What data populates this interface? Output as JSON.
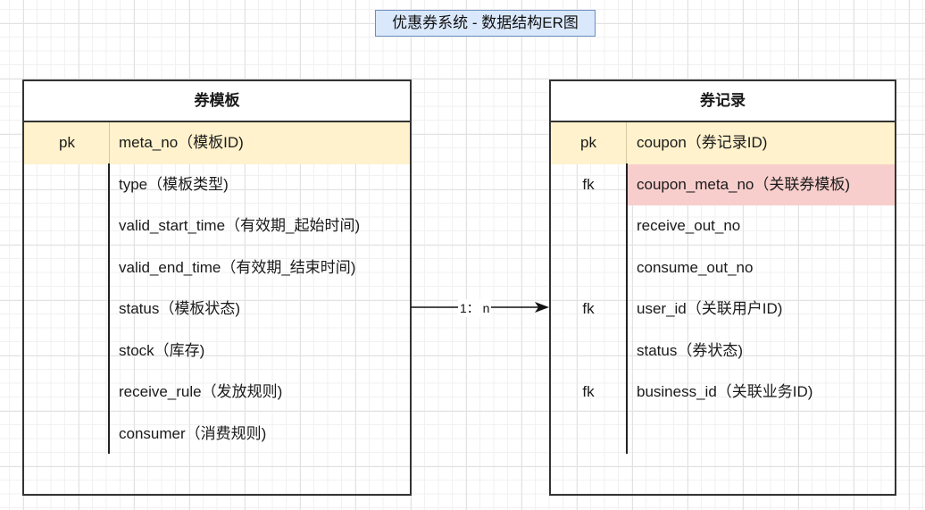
{
  "diagram": {
    "title": "优惠券系统 - 数据结构ER图",
    "entities": [
      {
        "name": "券模板",
        "rows": [
          {
            "key": "pk",
            "field": "meta_no（模板ID)"
          },
          {
            "key": "",
            "field": "type（模板类型)"
          },
          {
            "key": "",
            "field": "valid_start_time（有效期_起始时间)"
          },
          {
            "key": "",
            "field": "valid_end_time（有效期_结束时间)"
          },
          {
            "key": "",
            "field": "status（模板状态)"
          },
          {
            "key": "",
            "field": "stock（库存)"
          },
          {
            "key": "",
            "field": "receive_rule（发放规则)"
          },
          {
            "key": "",
            "field": "consumer（消费规则)"
          }
        ]
      },
      {
        "name": "券记录",
        "rows": [
          {
            "key": "pk",
            "field": "coupon（券记录ID)"
          },
          {
            "key": "fk",
            "field": "coupon_meta_no（关联券模板)"
          },
          {
            "key": "",
            "field": "receive_out_no"
          },
          {
            "key": "",
            "field": "consume_out_no"
          },
          {
            "key": "fk",
            "field": "user_id（关联用户ID)"
          },
          {
            "key": "",
            "field": "status（券状态)"
          },
          {
            "key": "fk",
            "field": "business_id（关联业务ID)"
          }
        ]
      }
    ],
    "relationship": {
      "label": "1：  n",
      "from": "券模板",
      "to": "券记录"
    },
    "colors": {
      "title_fill": "#dae8fc",
      "title_border": "#6c8ebf",
      "pk_fill": "#fff2cc",
      "fk_highlight_fill": "#f8cecc",
      "border": "#333333"
    }
  }
}
